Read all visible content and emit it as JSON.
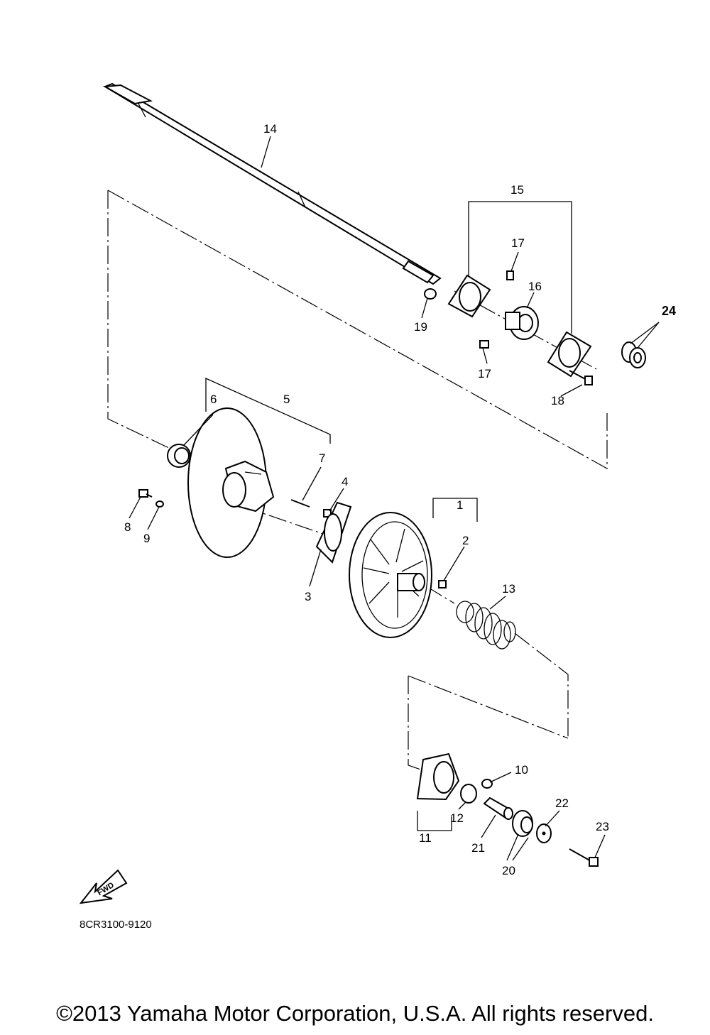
{
  "callouts": {
    "c1": "1",
    "c2": "2",
    "c3": "3",
    "c4": "4",
    "c5": "5",
    "c6": "6",
    "c7": "7",
    "c8": "8",
    "c9": "9",
    "c10": "10",
    "c11": "11",
    "c12": "12",
    "c13": "13",
    "c14": "14",
    "c15": "15",
    "c16": "16",
    "c17a": "17",
    "c17b": "17",
    "c18": "18",
    "c19": "19",
    "c20": "20",
    "c21": "21",
    "c22": "22",
    "c23": "23",
    "c24": "24"
  },
  "fwd_label": "FWD",
  "diagram_code": "8CR3100-9120",
  "copyright": "©2013 Yamaha Motor Corporation, U.S.A. All rights reserved."
}
